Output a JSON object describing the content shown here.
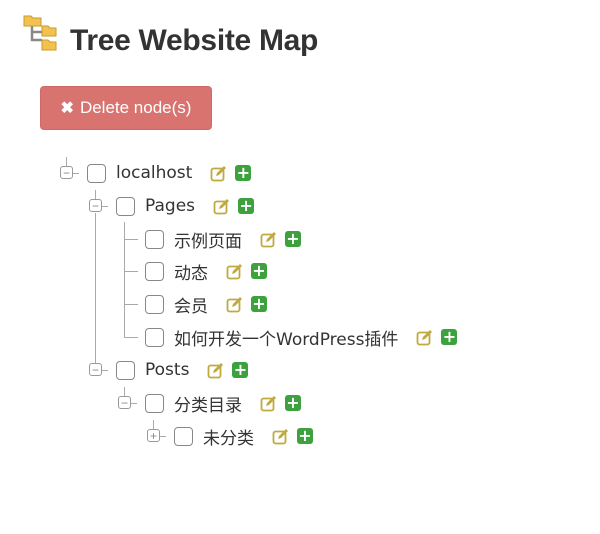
{
  "header": {
    "title": "Tree Website Map",
    "icon": "folder-tree-icon"
  },
  "toolbar": {
    "delete_label": "Delete node(s)",
    "delete_icon": "close-icon"
  },
  "colors": {
    "danger": "#d9736f",
    "add": "#3da23d",
    "edit": "#c0aa40"
  },
  "tree": [
    {
      "label": "localhost",
      "level": 0,
      "toggle": "minus"
    },
    {
      "label": "Pages",
      "level": 1,
      "toggle": "minus"
    },
    {
      "label": "示例页面",
      "level": 2,
      "toggle": "none"
    },
    {
      "label": "动态",
      "level": 2,
      "toggle": "none"
    },
    {
      "label": "会员",
      "level": 2,
      "toggle": "none"
    },
    {
      "label": "如何开发一个WordPress插件",
      "level": 2,
      "toggle": "none"
    },
    {
      "label": "Posts",
      "level": 1,
      "toggle": "minus"
    },
    {
      "label": "分类目录",
      "level": 2,
      "toggle": "minus"
    },
    {
      "label": "未分类",
      "level": 3,
      "toggle": "plus"
    }
  ]
}
